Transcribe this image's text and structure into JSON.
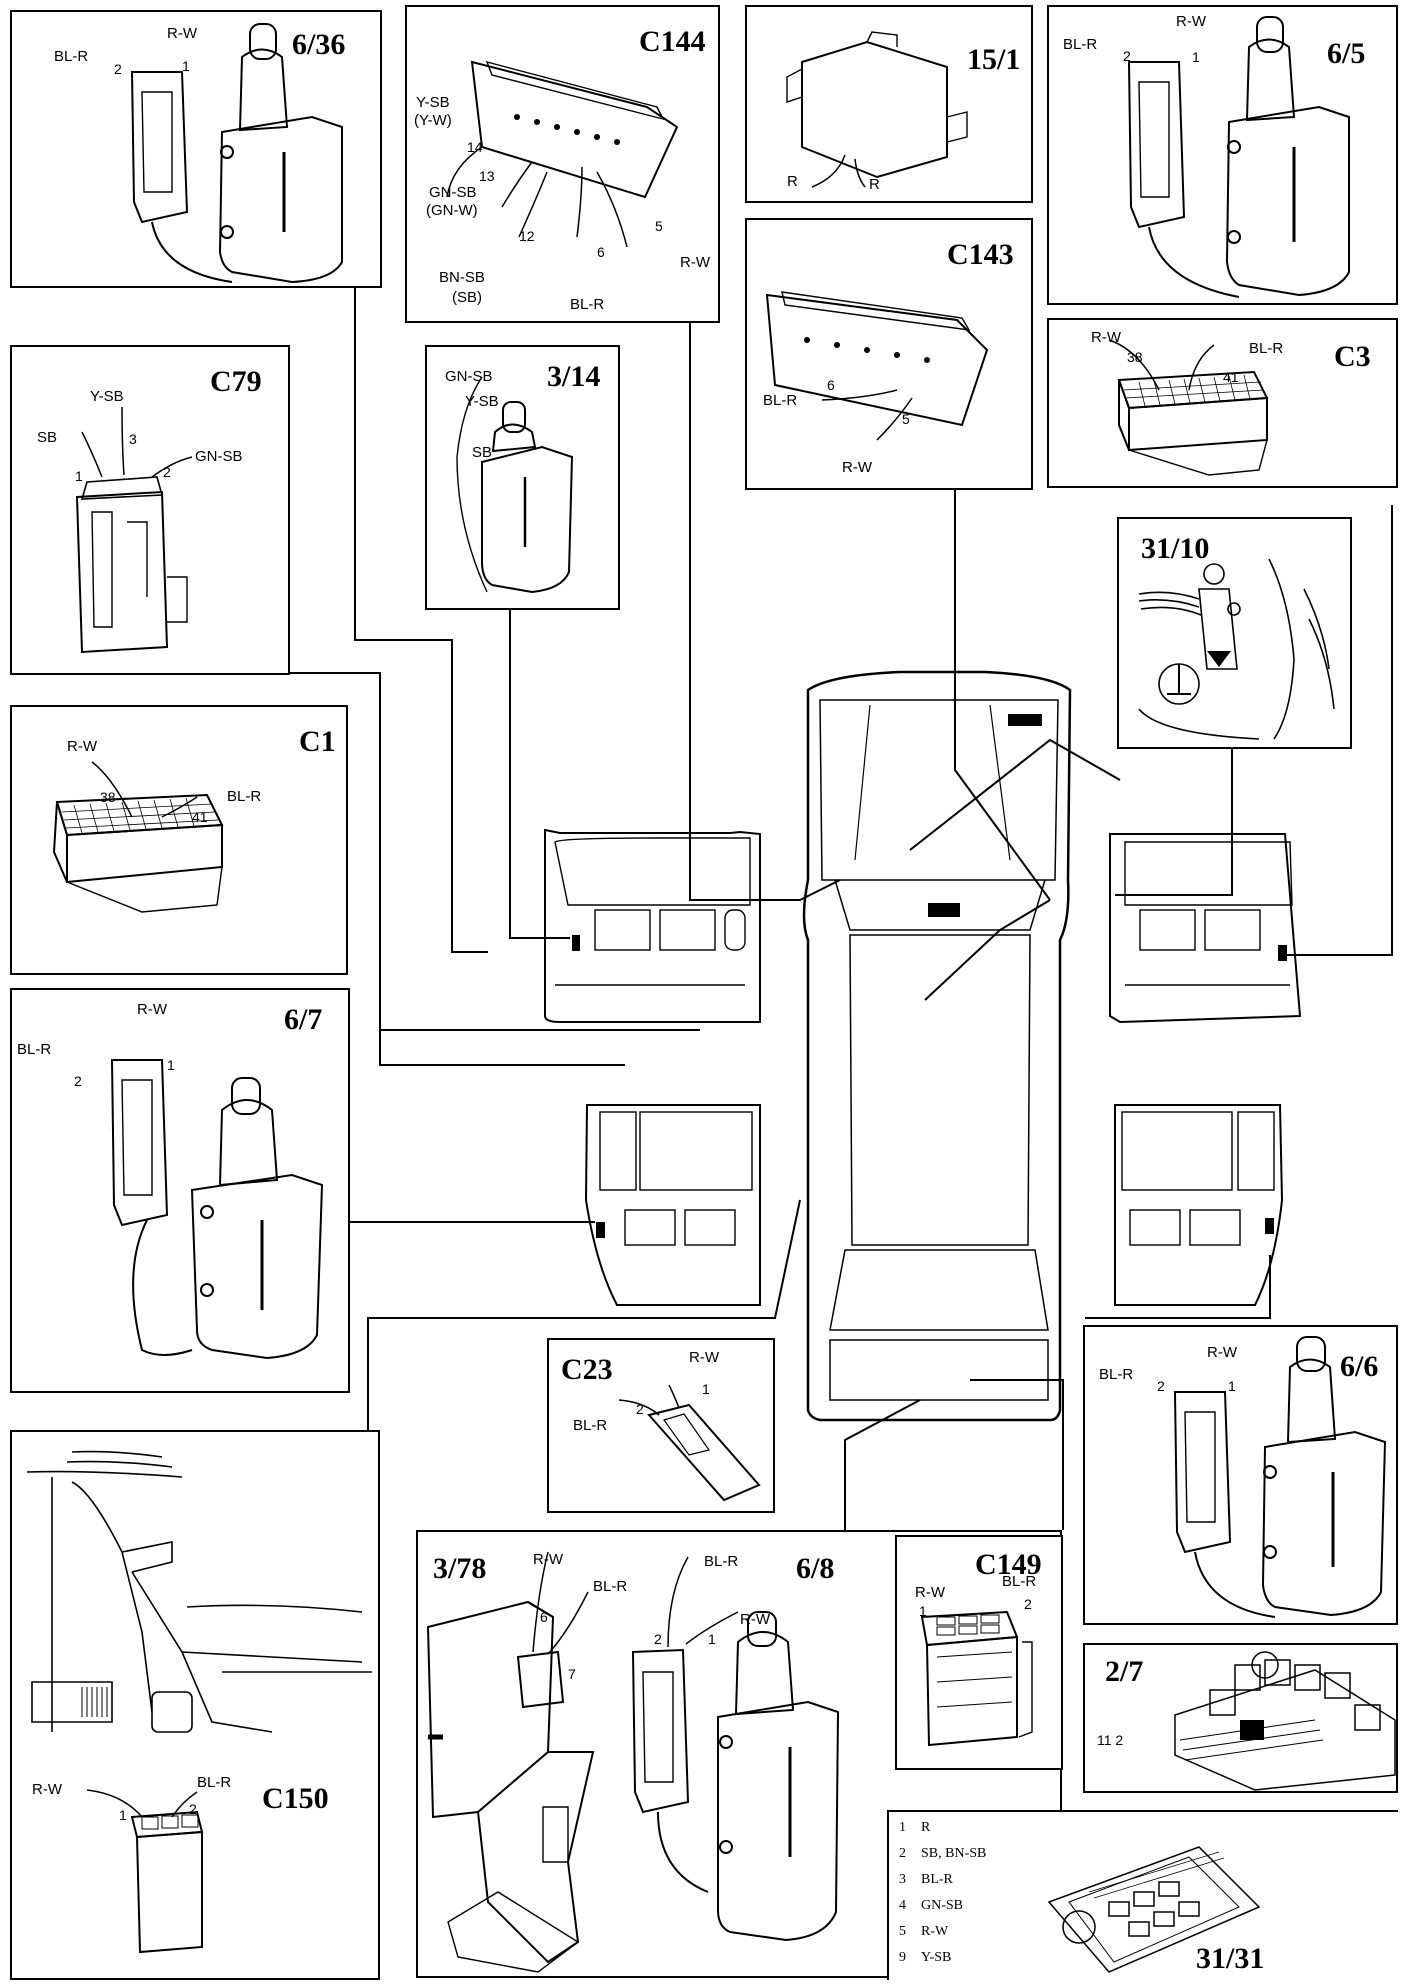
{
  "panels": {
    "p636": {
      "title": "6/36",
      "labels": [
        "BL-R",
        "R-W"
      ],
      "pins": [
        "2",
        "1"
      ]
    },
    "c144": {
      "title": "C144",
      "labels": [
        "Y-SB",
        "(Y-W)",
        "GN-SB",
        "(GN-W)",
        "BN-SB",
        "(SB)",
        "BL-R",
        "R-W"
      ],
      "pins": [
        "14",
        "13",
        "12",
        "6",
        "5"
      ]
    },
    "p151": {
      "title": "15/1",
      "labels": [
        "R",
        "R"
      ]
    },
    "p65": {
      "title": "6/5",
      "labels": [
        "BL-R",
        "R-W"
      ],
      "pins": [
        "2",
        "1"
      ]
    },
    "c143": {
      "title": "C143",
      "labels": [
        "BL-R",
        "R-W"
      ],
      "pins": [
        "6",
        "5"
      ]
    },
    "c79": {
      "title": "C79",
      "labels": [
        "Y-SB",
        "SB",
        "GN-SB"
      ],
      "pins": [
        "3",
        "1",
        "2"
      ]
    },
    "p314": {
      "title": "3/14",
      "labels": [
        "GN-SB",
        "Y-SB",
        "SB"
      ]
    },
    "c3": {
      "title": "C3",
      "labels": [
        "R-W",
        "BL-R"
      ],
      "pins": [
        "38",
        "41"
      ]
    },
    "p3110": {
      "title": "31/10"
    },
    "c1": {
      "title": "C1",
      "labels": [
        "R-W",
        "BL-R"
      ],
      "pins": [
        "38",
        "41"
      ]
    },
    "p67": {
      "title": "6/7",
      "labels": [
        "R-W",
        "BL-R"
      ],
      "pins": [
        "1",
        "2"
      ]
    },
    "c23": {
      "title": "C23",
      "labels": [
        "R-W",
        "BL-R"
      ],
      "pins": [
        "1",
        "2"
      ]
    },
    "p66": {
      "title": "6/6",
      "labels": [
        "BL-R",
        "R-W"
      ],
      "pins": [
        "2",
        "1"
      ]
    },
    "c150": {
      "title": "C150",
      "labels": [
        "R-W",
        "BL-R"
      ],
      "pins": [
        "1",
        "2"
      ]
    },
    "p378": {
      "title": "3/78",
      "title2": "6/8",
      "labels": [
        "R-W",
        "BL-R",
        "BL-R",
        "R-W"
      ],
      "pins": [
        "6",
        "7",
        "2",
        "1"
      ]
    },
    "c149": {
      "title": "C149",
      "labels": [
        "R-W",
        "BL-R"
      ],
      "pins": [
        "1",
        "2"
      ]
    },
    "p27": {
      "title": "2/7",
      "title2": "31/31",
      "pin_label": "11 2"
    }
  },
  "legend": [
    {
      "n": "1",
      "text": "R"
    },
    {
      "n": "2",
      "text": "SB, BN-SB"
    },
    {
      "n": "3",
      "text": "BL-R"
    },
    {
      "n": "4",
      "text": "GN-SB"
    },
    {
      "n": "5",
      "text": "R-W"
    },
    {
      "n": "9",
      "text": "Y-SB"
    }
  ]
}
